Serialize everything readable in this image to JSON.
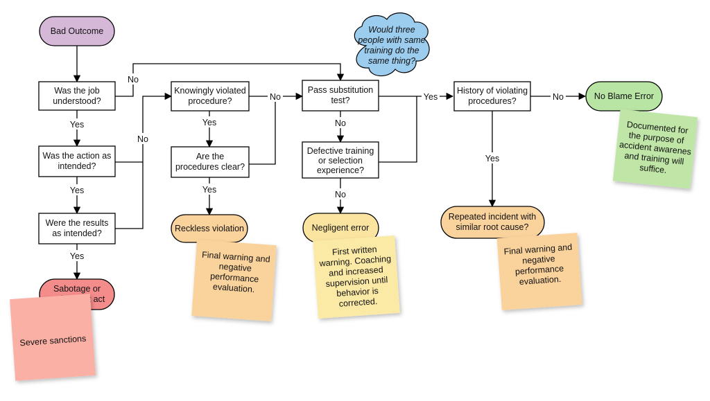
{
  "nodes": {
    "start": "Bad Outcome",
    "job_understood": [
      "Was the job",
      "understood?"
    ],
    "action_intended": [
      "Was the action as",
      "intended?"
    ],
    "results_intended": [
      "Were the results",
      "as intended?"
    ],
    "sabotage": [
      "Sabotage or",
      "malevolent act"
    ],
    "knowingly_violated": [
      "Knowingly violated",
      "procedure?"
    ],
    "procedures_clear": [
      "Are the",
      "procedures clear?"
    ],
    "reckless": "Reckless violation",
    "substitution": [
      "Pass substitution",
      "test?"
    ],
    "defective_training": [
      "Defective training",
      "or selection",
      "experience?"
    ],
    "negligent": "Negligent error",
    "history": [
      "History of violating",
      "procedures?"
    ],
    "repeated": [
      "Repeated incident with",
      "similar root cause?"
    ],
    "no_blame": "No Blame Error",
    "cloud": [
      "Would three",
      "people with same",
      "training do the",
      "same thing?"
    ]
  },
  "edge_labels": {
    "yes": "Yes",
    "no": "No"
  },
  "notes": {
    "severe": [
      "Severe sanctions"
    ],
    "reckless_note": [
      "Final warning and",
      "negative",
      "performance",
      "evaluation."
    ],
    "negligent_note": [
      "First written",
      "warning. Coaching",
      "and increased",
      "supervision until",
      "behavior is",
      "corrected."
    ],
    "repeated_note": [
      "Final warning and",
      "negative",
      "performance",
      "evaluation."
    ],
    "no_blame_note": [
      "Documented for",
      "the purpose of",
      "accident awarenes",
      "and training will",
      "suffice."
    ]
  },
  "colors": {
    "start": "#d5b8d8",
    "sabotage": "#f58c8c",
    "orange_terminal": "#fad29c",
    "negligent": "#fbe4a0",
    "no_blame": "#b8e4a4",
    "cloud": "#9ccdee",
    "note_red": "#fbb0a6",
    "note_orange": "#fad29c",
    "note_yellow": "#fbe9a6",
    "note_green": "#bfe6a6"
  }
}
